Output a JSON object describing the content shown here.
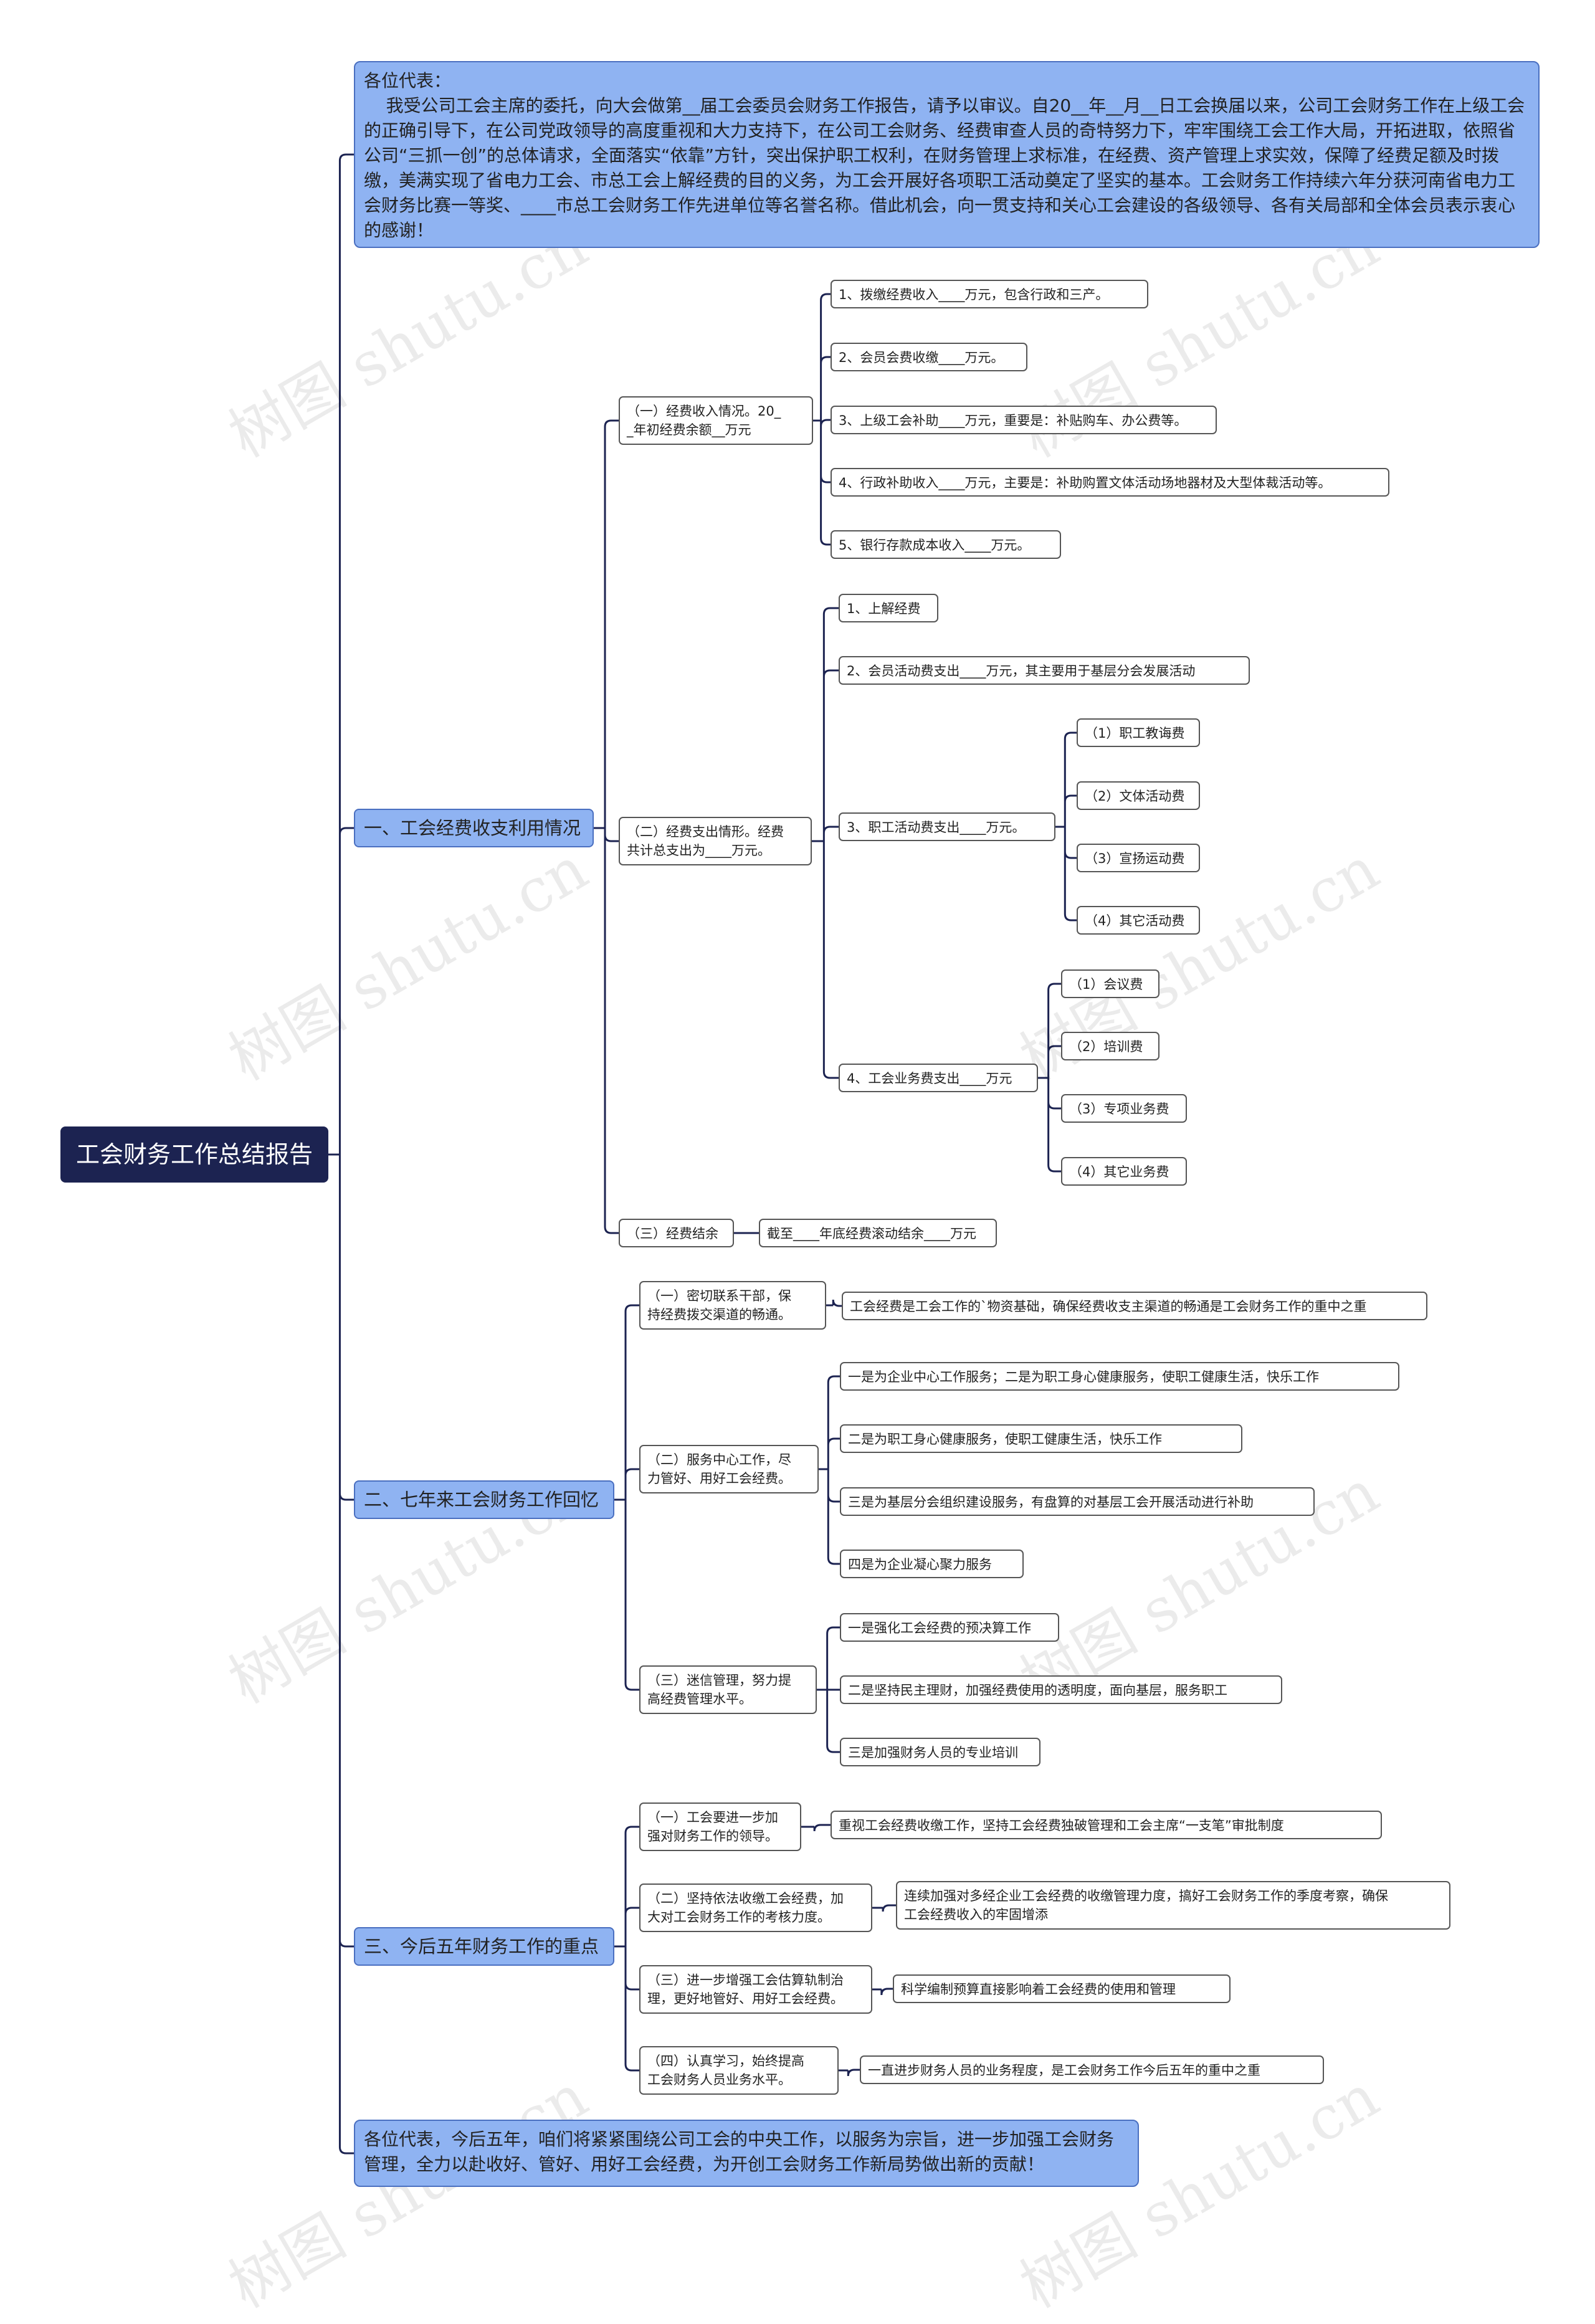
{
  "root": "工会财务工作总结报告",
  "intro": "各位代表：\n    我受公司工会主席的委托，向大会做第__届工会委员会财务工作报告，请予以审议。自20__年__月__日工会换届以来，公司工会财务工作在上级工会的正确引导下，在公司党政领导的高度重视和大力支持下，在公司工会财务、经费审查人员的奇特努力下，牢牢围绕工会工作大局，开拓进取，依照省公司“三抓一创”的总体请求，全面落实“依靠”方针，突出保护职工权利，在财务管理上求标准，在经费、资产管理上求实效，保障了经费足额及时拨缴，美满实现了省电力工会、市总工会上解经费的目的义务，为工会开展好各项职工活动奠定了坚实的基本。工会财务工作持续六年分获河南省电力工会财务比赛一等奖、____市总工会财务工作先进单位等名誉名称。借此机会，向一贯支持和关心工会建设的各级领导、各有关局部和全体会员表示衷心的感谢！",
  "closing": "各位代表，今后五年，咱们将紧紧围绕公司工会的中央工作，以服务为宗旨，进一步加强工会财务管理，全力以赴收好、管好、用好工会经费，为开创工会财务工作新局势做出新的贡献！",
  "section1": {
    "title": "一、工会经费收支利用情况",
    "income": {
      "title": "（一）经费收入情况。20_\n_年初经费余额__万元",
      "items": [
        "1、拨缴经费收入____万元，包含行政和三产。",
        "2、会员会费收缴____万元。",
        "3、上级工会补助____万元，重要是：补贴购车、办公费等。",
        "4、行政补助收入____万元，主要是：补助购置文体活动场地器材及大型体裁活动等。",
        "5、银行存款成本收入____万元。"
      ]
    },
    "expense": {
      "title": "（二）经费支出情形。经费\n共计总支出为____万元。",
      "items": [
        "1、上解经费",
        "2、会员活动费支出____万元，其主要用于基层分会发展活动",
        "3、职工活动费支出____万元。",
        "4、工会业务费支出____万元"
      ],
      "activity": [
        "（1）职工教诲费",
        "（2）文体活动费",
        "（3）宣扬运动费",
        "（4）其它活动费"
      ],
      "business": [
        "（1）会议费",
        "（2）培训费",
        "（3）专项业务费",
        "（4）其它业务费"
      ]
    },
    "balance": {
      "title": "（三）经费结余",
      "detail": "截至____年底经费滚动结余____万元"
    }
  },
  "section2": {
    "title": "二、七年来工会财务工作回忆",
    "a": {
      "title": "（一）密切联系干部，保\n持经费拨交渠道的畅通。",
      "detail": "工会经费是工会工作的`物资基础，确保经费收支主渠道的畅通是工会财务工作的重中之重"
    },
    "b": {
      "title": "（二）服务中心工作，尽\n力管好、用好工会经费。",
      "items": [
        "一是为企业中心工作服务；二是为职工身心健康服务，使职工健康生活，快乐工作",
        "二是为职工身心健康服务，使职工健康生活，快乐工作",
        "三是为基层分会组织建设服务，有盘算的对基层工会开展活动进行补助",
        "四是为企业凝心聚力服务"
      ]
    },
    "c": {
      "title": "（三）迷信管理，努力提\n高经费管理水平。",
      "items": [
        "一是强化工会经费的预决算工作",
        "二是坚持民主理财，加强经费使用的透明度，面向基层，服务职工",
        "三是加强财务人员的专业培训"
      ]
    }
  },
  "section3": {
    "title": "三、今后五年财务工作的重点",
    "items": [
      {
        "title": "（一）工会要进一步加\n强对财务工作的领导。",
        "detail": "重视工会经费收缴工作，坚持工会经费独破管理和工会主席“一支笔”审批制度"
      },
      {
        "title": "（二）坚持依法收缴工会经费，加\n大对工会财务工作的考核力度。",
        "detail": "连续加强对多经企业工会经费的收缴管理力度，搞好工会财务工作的季度考察，确保\n工会经费收入的牢固增添"
      },
      {
        "title": "（三）进一步增强工会估算轨制治\n理，更好地管好、用好工会经费。",
        "detail": "科学编制预算直接影响着工会经费的使用和管理"
      },
      {
        "title": "（四）认真学习，始终提高\n工会财务人员业务水平。",
        "detail": "一直进步财务人员的业务程度，是工会财务工作今后五年的重中之重"
      }
    ]
  },
  "watermark": "树图 shutu.cn",
  "colors": {
    "root": "#1c2351",
    "level1": "#8fb3f2",
    "line": "#1c2351"
  }
}
